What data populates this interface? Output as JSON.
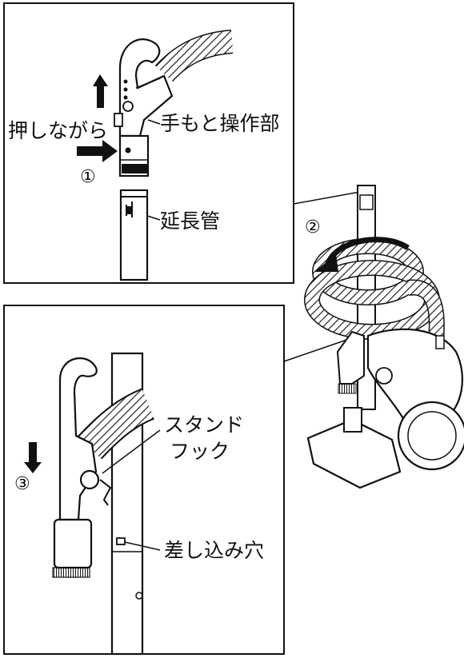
{
  "panel1": {
    "label_pressing": "押しながら",
    "label_handle": "手もと操作部",
    "label_extension": "延長管",
    "step": "①"
  },
  "panel2": {
    "step": "②"
  },
  "panel3": {
    "label_stand_hook_line1": "スタンド",
    "label_stand_hook_line2": "フック",
    "label_insert_hole": "差し込み穴",
    "step": "③"
  }
}
